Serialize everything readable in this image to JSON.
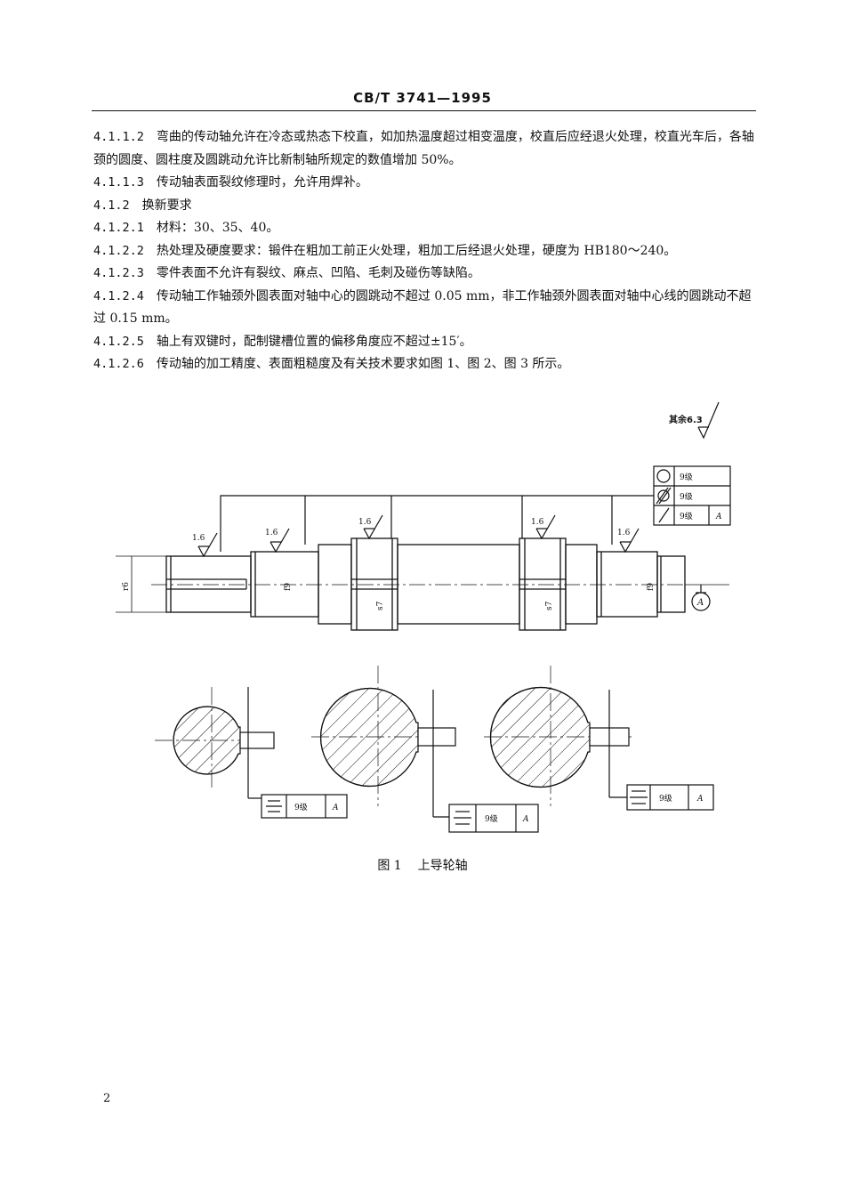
{
  "header": {
    "standard_code": "CB/T 3741—1995"
  },
  "paragraphs": [
    {
      "num": "4.1.1.2",
      "text": "弯曲的传动轴允许在冷态或热态下校直，如加热温度超过相变温度，校直后应经退火处理，校直光车后，各轴颈的圆度、圆柱度及圆跳动允许比新制轴所规定的数值增加 50%。"
    },
    {
      "num": "4.1.1.3",
      "text": "传动轴表面裂纹修理时，允许用焊补。"
    },
    {
      "num": "4.1.2",
      "text": "换新要求"
    },
    {
      "num": "4.1.2.1",
      "text": "材料：30、35、40。"
    },
    {
      "num": "4.1.2.2",
      "text": "热处理及硬度要求：锻件在粗加工前正火处理，粗加工后经退火处理，硬度为 HB180～240。"
    },
    {
      "num": "4.1.2.3",
      "text": "零件表面不允许有裂纹、麻点、凹陷、毛刺及碰伤等缺陷。"
    },
    {
      "num": "4.1.2.4",
      "text": "传动轴工作轴颈外圆表面对轴中心的圆跳动不超过 0.05 mm，非工作轴颈外圆表面对轴中心线的圆跳动不超过 0.15 mm。"
    },
    {
      "num": "4.1.2.5",
      "text": "轴上有双键时，配制键槽位置的偏移角度应不超过±15′。"
    },
    {
      "num": "4.1.2.6",
      "text": "传动轴的加工精度、表面粗糙度及有关技术要求如图 1、图 2、图 3 所示。"
    }
  ],
  "drawing": {
    "general_roughness": "其余6.3",
    "roughness_values": [
      "1.6",
      "1.6",
      "1.6",
      "1.6",
      "1.6"
    ],
    "fits": {
      "journal_end": "r6",
      "journal_left": "f9",
      "seat_left": "s7",
      "seat_right": "s7",
      "journal_right": "f9"
    },
    "tolerance_frame": {
      "roundness": "9级",
      "cylindricity": "9级",
      "runout": "9级",
      "runout_datum": "A"
    },
    "datum_label": "A",
    "symmetry_frames": [
      {
        "grade": "9级",
        "datum": "A"
      },
      {
        "grade": "9级",
        "datum": "A"
      },
      {
        "grade": "9级",
        "datum": "A"
      }
    ]
  },
  "caption": {
    "figure_number": "图 1",
    "title": "上导轮轴"
  },
  "page_number": "2"
}
